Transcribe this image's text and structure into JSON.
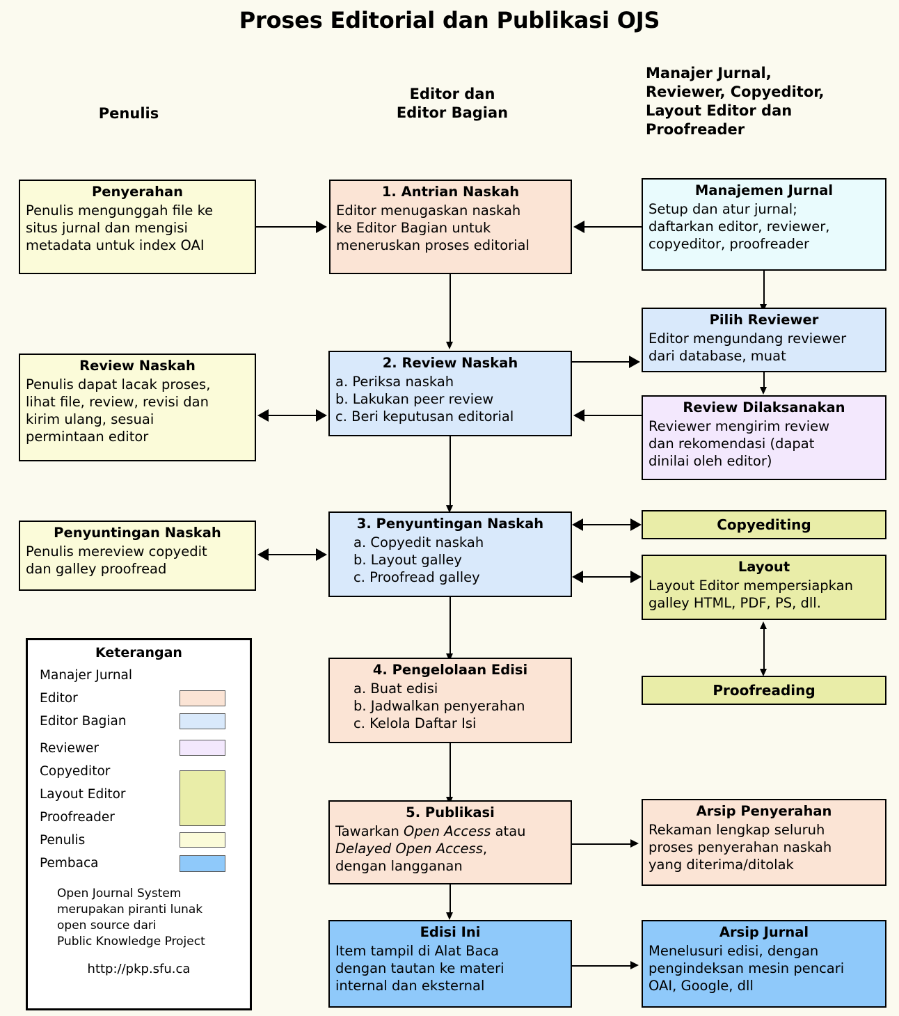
{
  "title": "Proses Editorial dan Publikasi OJS",
  "columns": {
    "author": "Penulis",
    "editor_line1": "Editor dan",
    "editor_line2": "Editor Bagian",
    "others_line1": "Manajer Jurnal,",
    "others_line2": "Reviewer, Copyeditor,",
    "others_line3": "Layout Editor dan",
    "others_line4": "Proofreader"
  },
  "boxes": {
    "penyerahan": {
      "title": "Penyerahan",
      "lines": [
        "Penulis mengunggah file ke",
        "situs jurnal dan mengisi",
        "metadata untuk index OAI"
      ]
    },
    "antrian": {
      "title": "1. Antrian Naskah",
      "lines": [
        "Editor menugaskan naskah",
        "ke Editor Bagian untuk",
        "meneruskan proses editorial"
      ]
    },
    "manajemen": {
      "title": "Manajemen Jurnal",
      "lines": [
        "Setup dan atur jurnal;",
        "daftarkan editor, reviewer,",
        "copyeditor, proofreader"
      ]
    },
    "pilih_reviewer": {
      "title": "Pilih Reviewer",
      "lines": [
        "Editor mengundang reviewer",
        "dari database, muat"
      ]
    },
    "review_naskah_author": {
      "title": "Review Naskah",
      "lines": [
        "Penulis dapat lacak proses,",
        "lihat file, review, revisi dan",
        "kirim ulang, sesuai",
        "permintaan editor"
      ]
    },
    "review_naskah": {
      "title": "2. Review Naskah",
      "lines": [
        "a. Periksa naskah",
        "b. Lakukan peer review",
        "c. Beri keputusan editorial"
      ]
    },
    "review_dilaksanakan": {
      "title": "Review Dilaksanakan",
      "lines": [
        "Reviewer mengirim review",
        "dan rekomendasi (dapat",
        "dinilai oleh editor)"
      ]
    },
    "penyuntingan_author": {
      "title": "Penyuntingan Naskah",
      "lines": [
        "Penulis mereview copyedit",
        "dan galley proofread"
      ]
    },
    "penyuntingan": {
      "title": "3. Penyuntingan Naskah",
      "lines": [
        "a. Copyedit naskah",
        "b. Layout galley",
        "c. Proofread galley"
      ]
    },
    "copyediting": {
      "title": "Copyediting",
      "lines": []
    },
    "layout": {
      "title": "Layout",
      "lines": [
        "Layout Editor mempersiapkan",
        "galley HTML, PDF, PS, dll."
      ]
    },
    "proofreading": {
      "title": "Proofreading",
      "lines": []
    },
    "pengelolaan": {
      "title": "4. Pengelolaan Edisi",
      "lines": [
        "a. Buat edisi",
        "b. Jadwalkan penyerahan",
        "c. Kelola Daftar Isi"
      ]
    },
    "publikasi": {
      "title": "5. Publikasi",
      "line1_pre": "Tawarkan ",
      "line1_em": "Open Access",
      "line1_post": " atau",
      "line2_em": "Delayed Open Access",
      "line2_post": ",",
      "line3": "dengan langganan"
    },
    "arsip_penyerahan": {
      "title": "Arsip Penyerahan",
      "lines": [
        "Rekaman lengkap seluruh",
        "proses penyerahan naskah",
        "yang diterima/ditolak"
      ]
    },
    "edisi_ini": {
      "title": "Edisi Ini",
      "lines": [
        "Item tampil di Alat Baca",
        "dengan tautan ke materi",
        "internal dan eksternal"
      ]
    },
    "arsip_jurnal": {
      "title": "Arsip Jurnal",
      "lines": [
        "Menelusuri edisi, dengan",
        "pengindeksan mesin pencari",
        "OAI, Google, dll"
      ]
    }
  },
  "legend": {
    "title": "Keterangan",
    "items": [
      {
        "label": "Manajer Jurnal",
        "color": ""
      },
      {
        "label": "Editor",
        "color": "#fbe4d5"
      },
      {
        "label": "Editor Bagian",
        "color": "#d9e9fb"
      },
      {
        "label": "Reviewer",
        "color": "#f3e8fd"
      },
      {
        "label": "Copyeditor",
        "color": "#e9eda8"
      },
      {
        "label": "Layout Editor",
        "color": "#e9eda8"
      },
      {
        "label": "Proofreader",
        "color": "#e9eda8"
      },
      {
        "label": "Penulis",
        "color": "#fbfbd9"
      },
      {
        "label": "Pembaca",
        "color": "#8fc9fa"
      }
    ],
    "note": [
      "Open Journal System",
      "merupakan piranti lunak",
      "open source dari",
      "Public Knowledge Project"
    ],
    "url": "http://pkp.sfu.ca"
  }
}
